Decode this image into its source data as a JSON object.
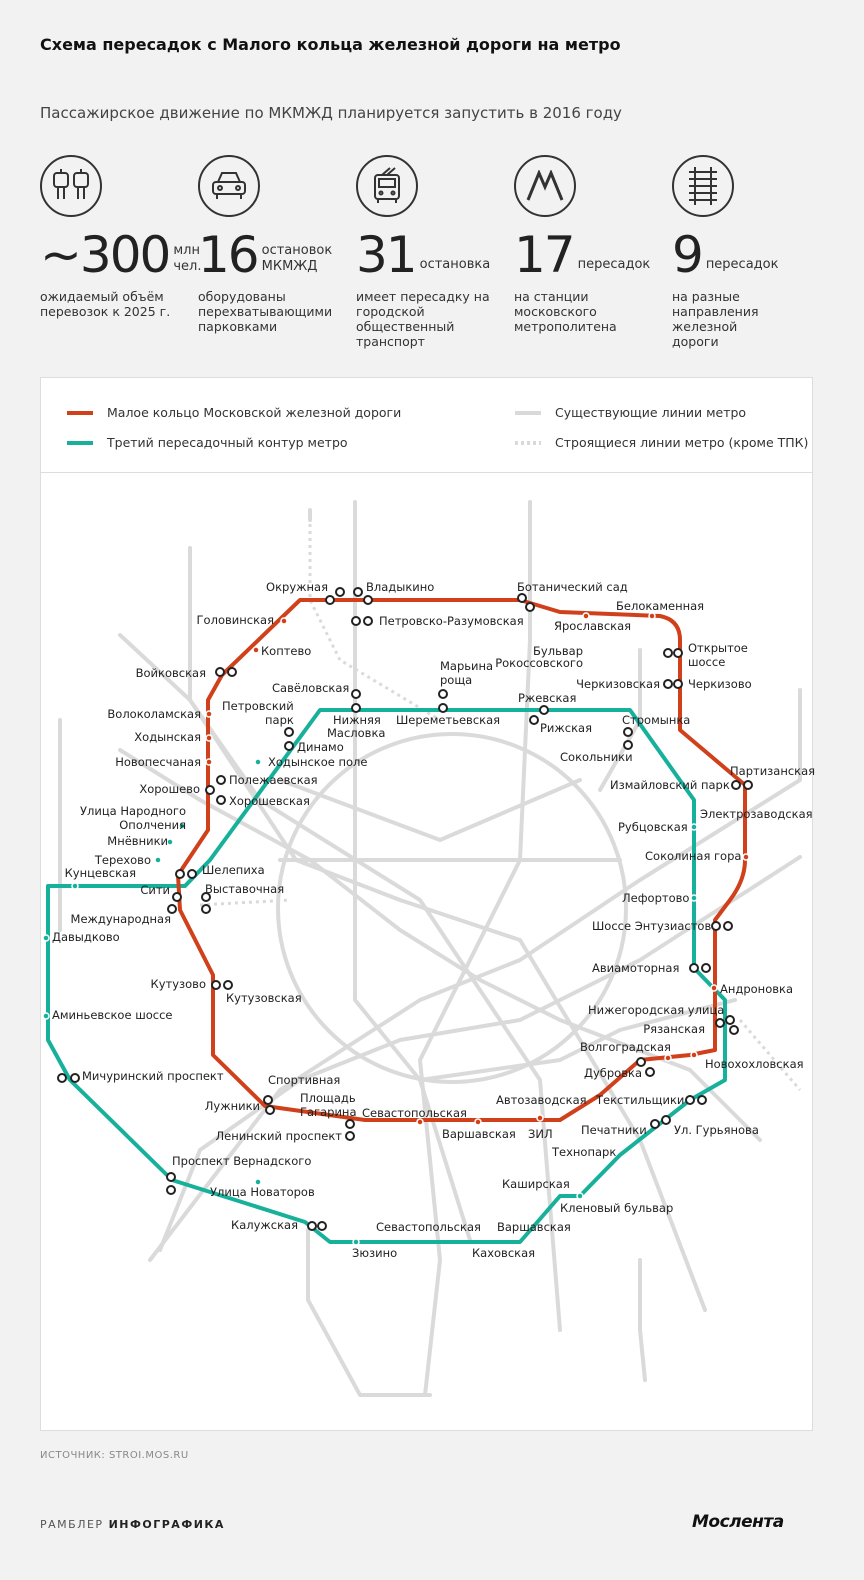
{
  "header": {
    "title": "Схема пересадок с Малого кольца железной дороги на метро",
    "subtitle": "Пассажирское движение по МКМЖД планируется запустить в 2016 году"
  },
  "stats": [
    {
      "icon": "passengers-icon",
      "number": "~300",
      "unit": "млн чел.",
      "description": "ожидаемый объём перевозок к 2025 г."
    },
    {
      "icon": "car-icon",
      "number": "16",
      "unit": "остановок МКМЖД",
      "description": "оборудованы перехватывающими парковками"
    },
    {
      "icon": "trolleybus-icon",
      "number": "31",
      "unit": "остановка",
      "description": "имеет пересадку на городской общественный транспорт"
    },
    {
      "icon": "metro-icon",
      "number": "17",
      "unit": "пересадок",
      "description": "на станции московского метрополитена"
    },
    {
      "icon": "railway-icon",
      "number": "9",
      "unit": "пересадок",
      "description": "на разные направления железной дороги"
    }
  ],
  "legend": {
    "mkzd": "Малое кольцо Московской железной дороги",
    "tpk": "Третий пересадочный контур метро",
    "existing": "Существующие линии метро",
    "construction": "Строящиеся линии метро (кроме ТПК)"
  },
  "colors": {
    "mkzd": "#d0401b",
    "tpk": "#16b09b",
    "metro": "#d9d9d9"
  },
  "map": {
    "labels": [
      "Окружная",
      "Владыкино",
      "Ботанический сад",
      "Белокаменная",
      "Ярославская",
      "Головинская",
      "Петровско-Разумовская",
      "Коптево",
      "Бульвар Рокоссовского",
      "Открытое шоссе",
      "Черкизовская",
      "Черкизово",
      "Войковская",
      "Марьина роща",
      "Савёловская",
      "Петровский парк",
      "Ржевская",
      "Рижская",
      "Стромынка",
      "Волоколамская",
      "Нижняя Масловка",
      "Шереметьевская",
      "Ходынская",
      "Динамо",
      "Сокольники",
      "Новопесчаная",
      "Ходынское поле",
      "Полежаевская",
      "Измайловский парк",
      "Партизанская",
      "Хорошево",
      "Хорошевская",
      "Электрозаводская",
      "Улица Народного Ополчения",
      "Рубцовская",
      "Мнёвники",
      "Соколиная гора",
      "Терехово",
      "Кунцевская",
      "Шелепиха",
      "Сити",
      "Выставочная",
      "Лефортово",
      "Международная",
      "Шоссе Энтузиастов",
      "Давыдково",
      "Авиамоторная",
      "Андроновка",
      "Кутузово",
      "Кутузовская",
      "Нижегородская улица",
      "Аминьевское шоссе",
      "Рязанская",
      "Волгоградская",
      "Новохохловская",
      "Дубровка",
      "Мичуринский проспект",
      "Спортивная",
      "Лужники",
      "Площадь Гагарина",
      "Севастопольская",
      "Автозаводская",
      "Текстильщики",
      "Ленинский проспект",
      "Варшавская",
      "ЗИЛ",
      "Печатники",
      "Ул. Гурьянова",
      "Технопарк",
      "Проспект Вернадского",
      "Каширская",
      "Улица Новаторов",
      "Кленовый бульвар",
      "Калужская",
      "Севастопольская",
      "Варшавская",
      "Зюзино",
      "Каховская"
    ]
  },
  "footer": {
    "source": "ИСТОЧНИК: STROI.MOS.RU",
    "brand_light": "РАМБЛЕР",
    "brand_bold": "ИНФОГРАФИКА",
    "logo": "Мослента"
  }
}
